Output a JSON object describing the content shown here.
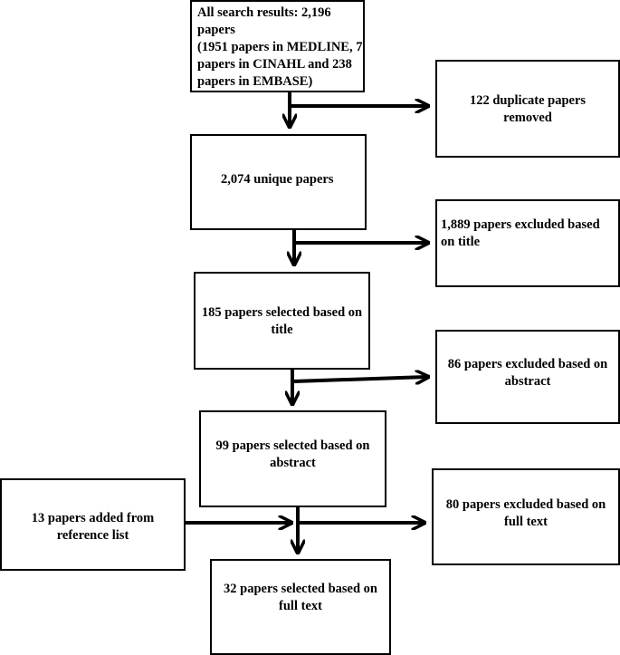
{
  "flowchart": {
    "all_results": "All search results: 2,196 papers\n(1951 papers in MEDLINE, 7\npapers in CINAHL and 238\npapers in EMBASE)",
    "duplicates": "122 duplicate papers\nremoved",
    "unique": "2,074 unique papers",
    "excluded_title": "1,889  papers excluded based\non title",
    "selected_title": "185 papers selected based on\ntitle",
    "excluded_abstract": "86 papers excluded based on\nabstract",
    "selected_abstract": "99 papers selected based on\nabstract",
    "added_reference": "13 papers added from\nreference list",
    "excluded_fulltext": "80 papers excluded based on\nfull text",
    "selected_fulltext": "32 papers selected based on\nfull text"
  }
}
